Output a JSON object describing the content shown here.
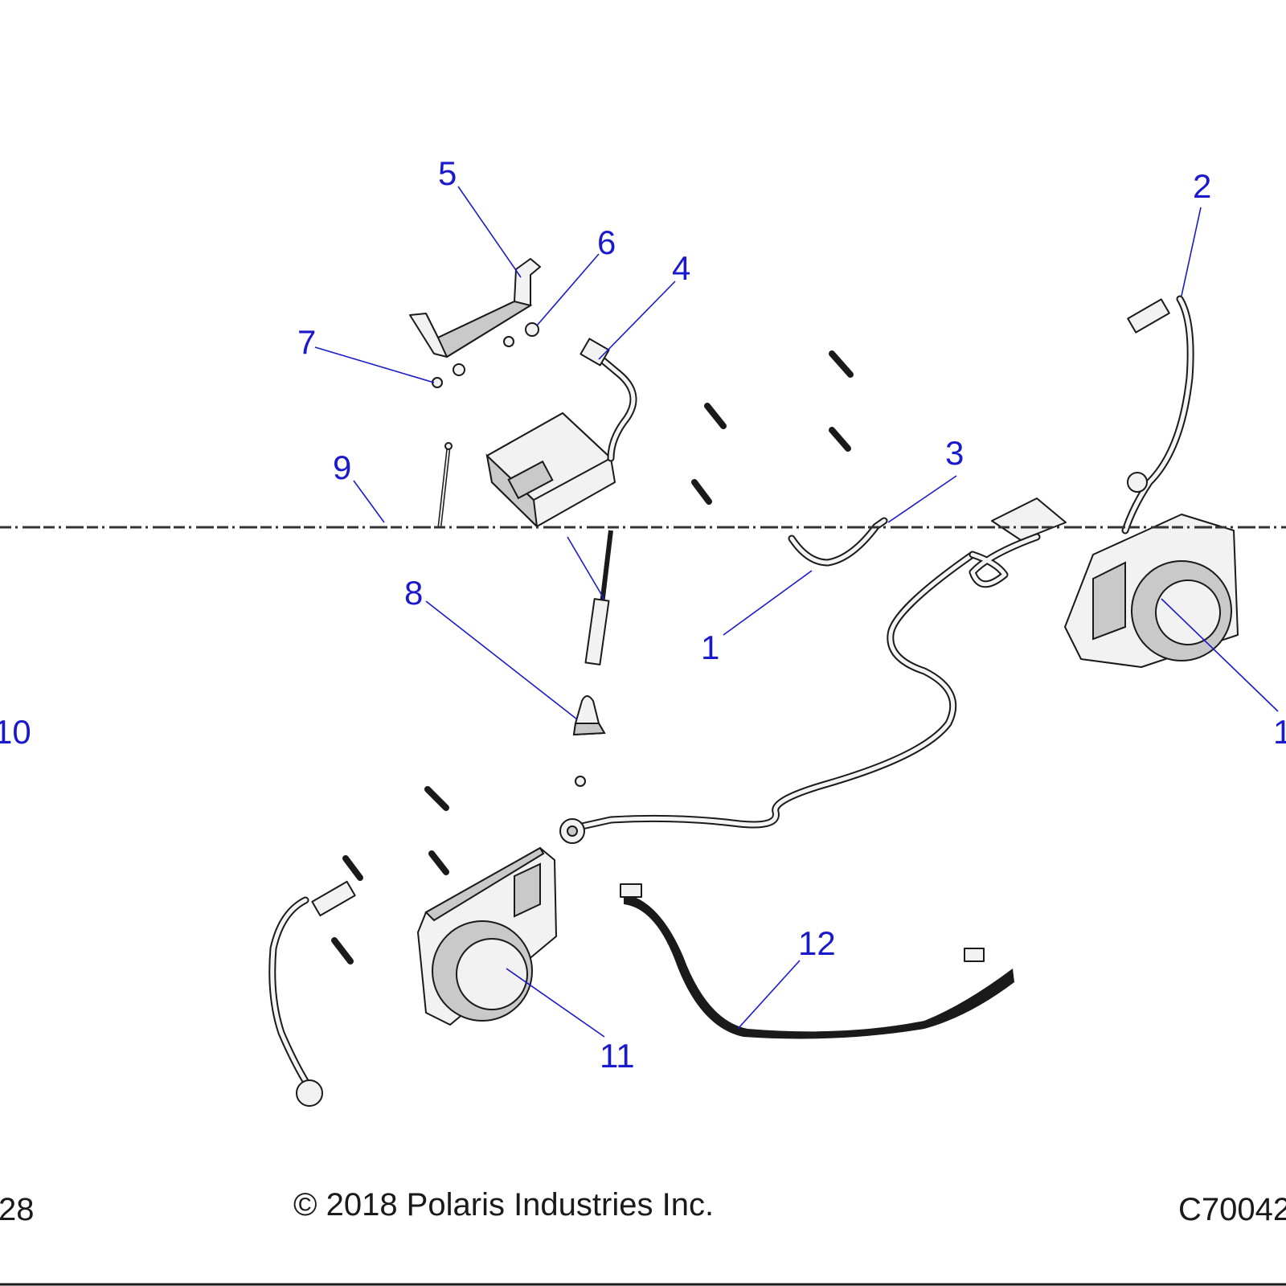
{
  "callouts": {
    "c1": "1",
    "c2": "2",
    "c3": "3",
    "c4": "4",
    "c5": "5",
    "c6": "6",
    "c7": "7",
    "c8": "8",
    "c9": "9",
    "c10": "10",
    "c11": "11",
    "c12": "12",
    "c11_right": "1"
  },
  "footer": {
    "page_number": "28",
    "copyright": "© 2018 Polaris Industries Inc.",
    "figure_code": "C70042"
  },
  "colors": {
    "callout": "#1a1acc",
    "line_art": "#1a1a1a"
  }
}
